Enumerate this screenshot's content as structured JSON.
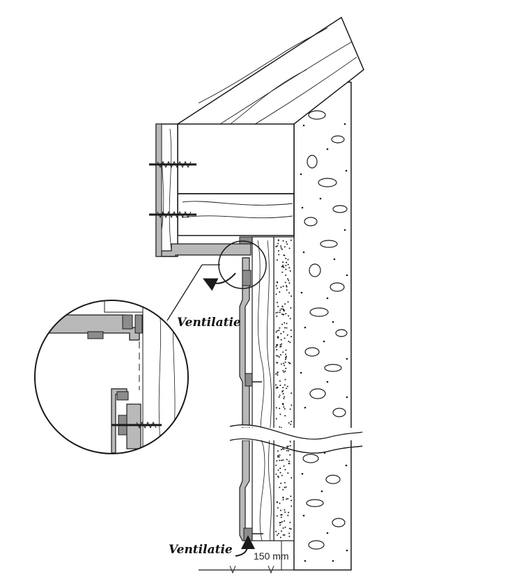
{
  "labels": {
    "ventilation_top": "Ventilatie",
    "ventilation_bottom": "Ventilatie",
    "dimension": "150 mm"
  },
  "colors": {
    "line": "#1a1a1a",
    "profile_fill": "#b9b9b9",
    "profile_dark": "#8c8c8c",
    "background": "#ffffff"
  },
  "icons": {
    "detail_arrow": "curved-arrow-icon",
    "ventilation_arrow": "airflow-arrow-icon"
  }
}
